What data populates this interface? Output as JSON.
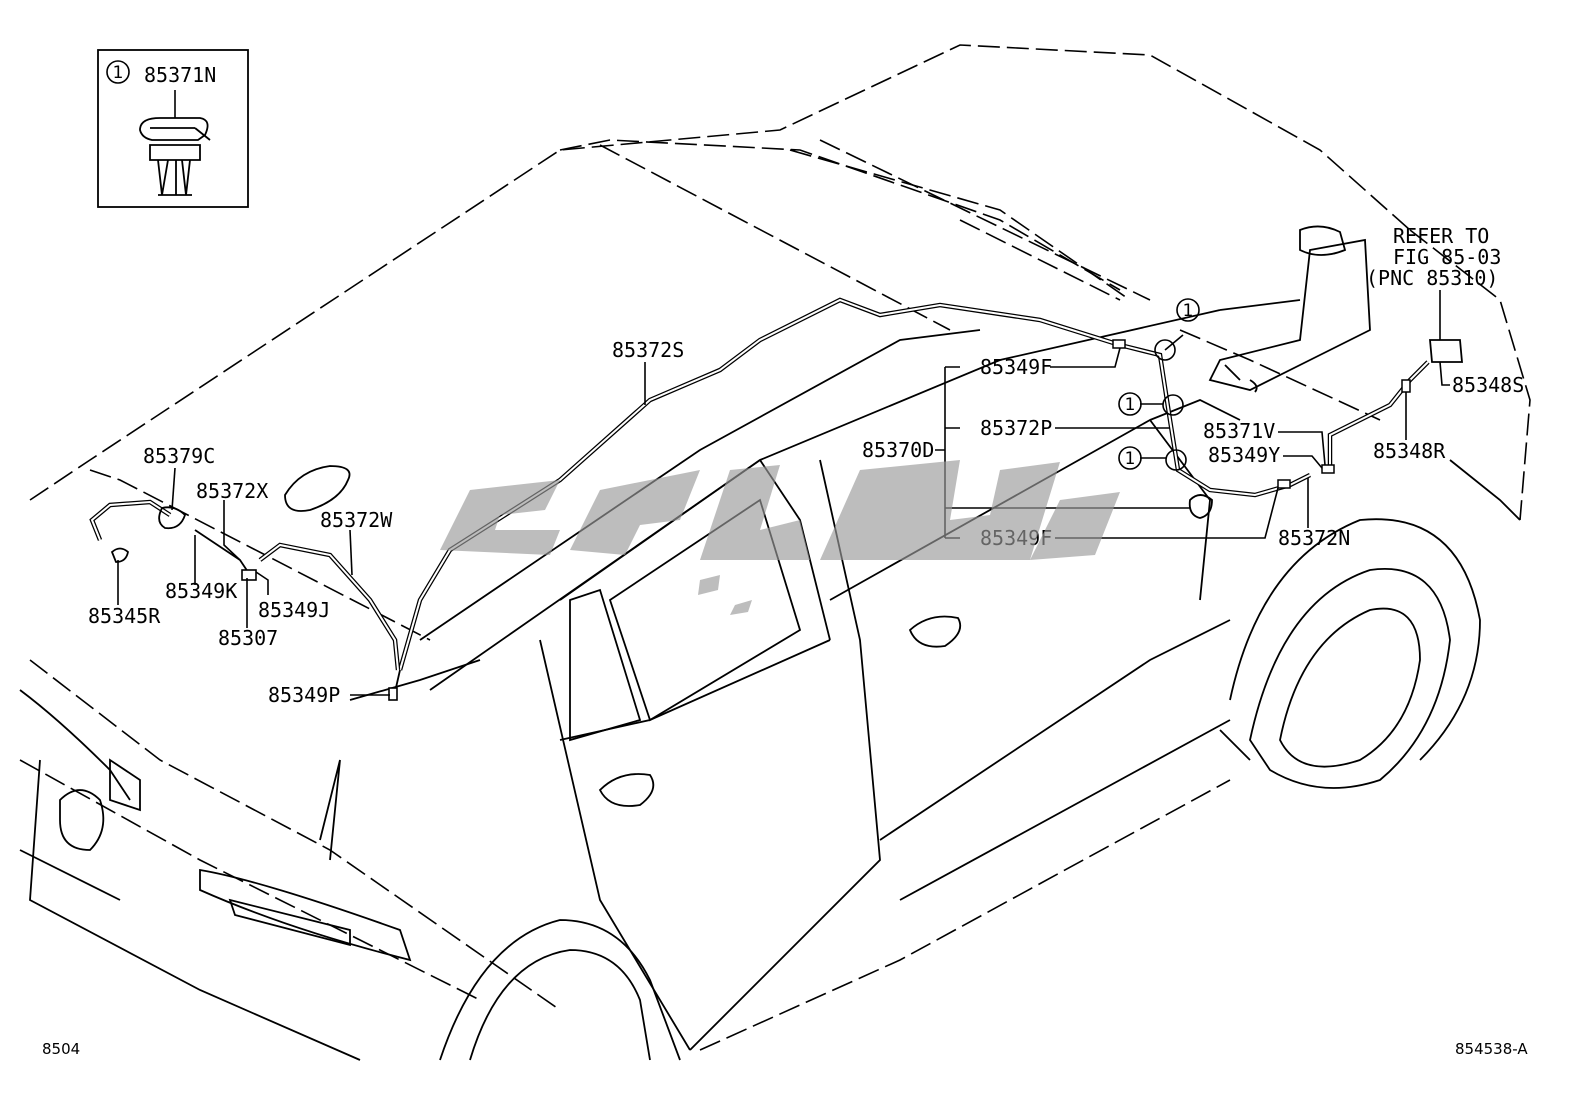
{
  "inset": {
    "ref_number": "1",
    "part": "85371N"
  },
  "labels": {
    "l_85372S": "85372S",
    "l_85349F_top": "85349F",
    "l_85372P": "85372P",
    "l_85370D": "85370D",
    "l_85349F_bottom": "85349F",
    "l_85379C": "85379C",
    "l_85372X": "85372X",
    "l_85372W": "85372W",
    "l_85349K": "85349K",
    "l_85349J": "85349J",
    "l_85345R": "85345R",
    "l_85307": "85307",
    "l_85349P": "85349P",
    "l_85348S": "85348S",
    "l_85371V": "85371V",
    "l_85349Y": "85349Y",
    "l_85348R": "85348R",
    "l_85372N": "85372N"
  },
  "refer_note": {
    "line1": "REFER TO",
    "line2": "FIG 85-03",
    "line3": "(PNC 85310)"
  },
  "clip_ref": "1",
  "footer": {
    "left_code": "8504",
    "right_code": "854538-A"
  }
}
